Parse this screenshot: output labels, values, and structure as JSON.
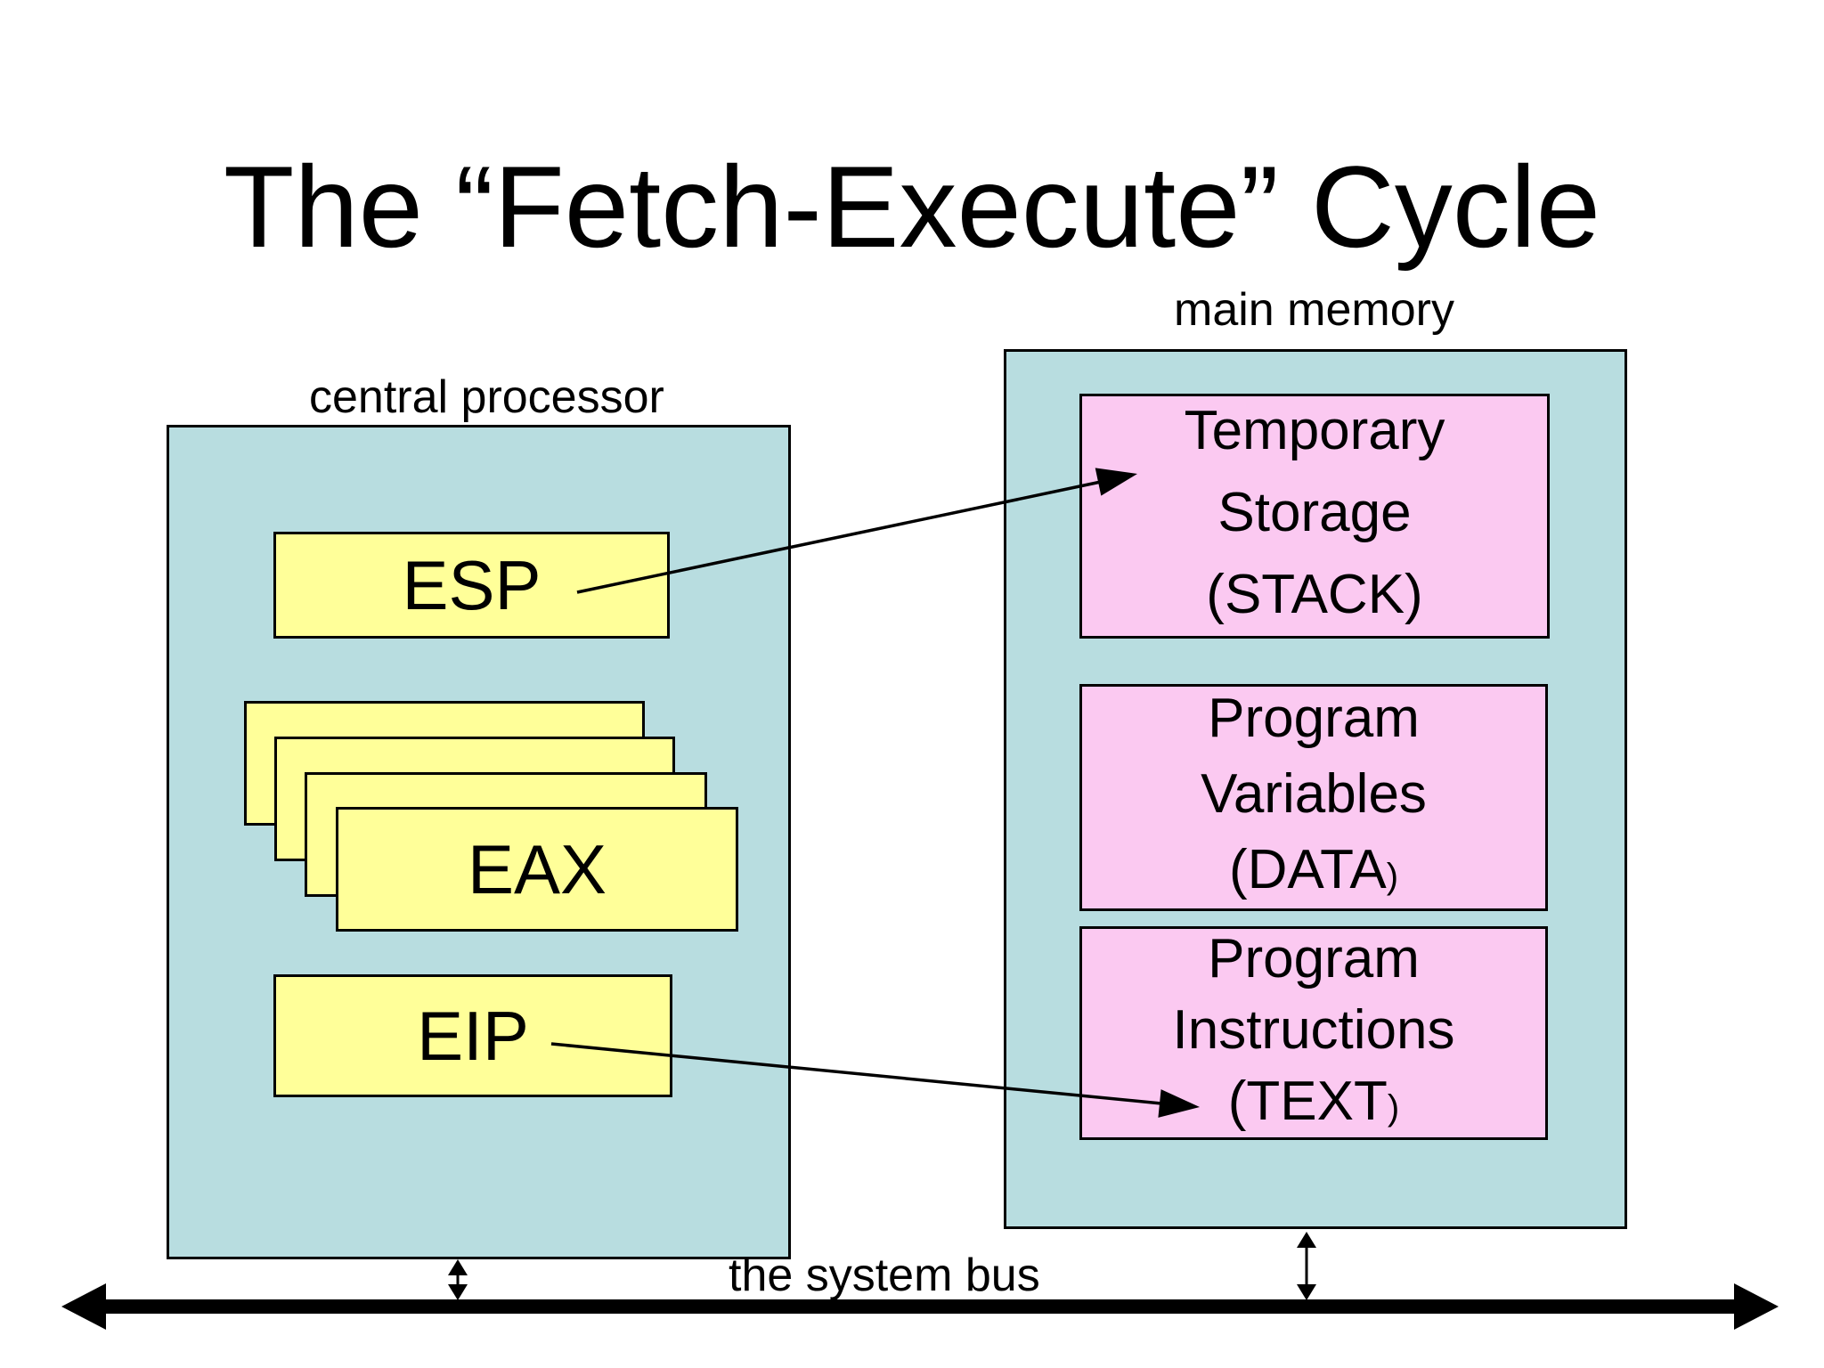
{
  "title": "The “Fetch-Execute” Cycle",
  "cpu": {
    "label": "central processor",
    "registers": {
      "esp": "ESP",
      "eax": "EAX",
      "eip": "EIP"
    },
    "eax_stack_depth": 4
  },
  "memory": {
    "label": "main memory",
    "regions": {
      "stack": {
        "line1": "Temporary",
        "line2": "Storage",
        "line3": "(STACK)",
        "suffix": ""
      },
      "data": {
        "line1": "Program",
        "line2": "Variables",
        "line3": "(DATA",
        "suffix": ")"
      },
      "text": {
        "line1": "Program",
        "line2": "Instructions",
        "line3": "(TEXT",
        "suffix": ")"
      }
    }
  },
  "bus": {
    "label": "the system bus"
  },
  "colors": {
    "container_fill_teal": "#b8dde0",
    "register_fill_yellow": "#ffff99",
    "memory_region_fill_pink": "#fbc9f1",
    "line_and_text_black": "#000000",
    "background_white": "#ffffff"
  }
}
